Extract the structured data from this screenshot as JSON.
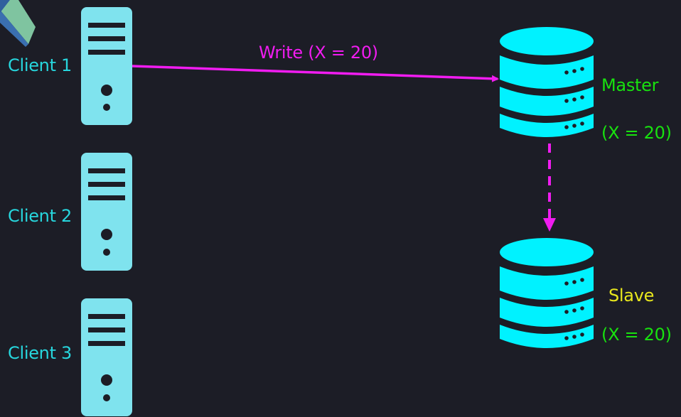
{
  "clients": [
    {
      "label": "Client 1"
    },
    {
      "label": "Client 2"
    },
    {
      "label": "Client 3"
    }
  ],
  "write": {
    "label": "Write (X = 20)"
  },
  "master": {
    "label": "Master",
    "value": "(X = 20)"
  },
  "slave": {
    "label": "Slave",
    "value": "(X = 20)"
  },
  "colors": {
    "background": "#1c1d26",
    "server": "#7fe3ee",
    "database": "#00f2ff",
    "write_arrow": "#f01cf0",
    "client_text": "#27d6dd",
    "value_text": "#18e10f",
    "slave_text": "#e8e71d"
  },
  "icons": [
    "server-icon",
    "database-icon",
    "corner-logo"
  ]
}
